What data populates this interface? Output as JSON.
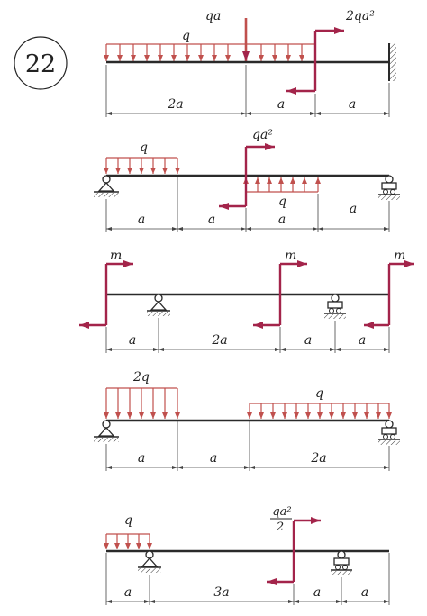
{
  "problem_number": "22",
  "colors": {
    "load": "#c0504d",
    "moment": "#a3244a",
    "beam": "#2a2a2a",
    "dim": "#444444"
  },
  "diagrams": [
    {
      "loads": {
        "q": "q",
        "qa": "qa",
        "moment": "2qa²"
      },
      "dims": [
        "2a",
        "a",
        "a"
      ]
    },
    {
      "loads": {
        "q_left": "q",
        "moment": "qa²",
        "q_mid": "q"
      },
      "dims": [
        "a",
        "a",
        "a",
        "a"
      ]
    },
    {
      "loads": {
        "m1": "m",
        "m2": "m",
        "m3": "m"
      },
      "dims": [
        "a",
        "2a",
        "a",
        "a"
      ]
    },
    {
      "loads": {
        "q_left": "2q",
        "q_right": "q"
      },
      "dims": [
        "a",
        "a",
        "2a"
      ]
    },
    {
      "loads": {
        "q": "q",
        "moment_num": "qa²",
        "moment_den": "2"
      },
      "dims": [
        "a",
        "3a",
        "a",
        "a"
      ]
    }
  ]
}
